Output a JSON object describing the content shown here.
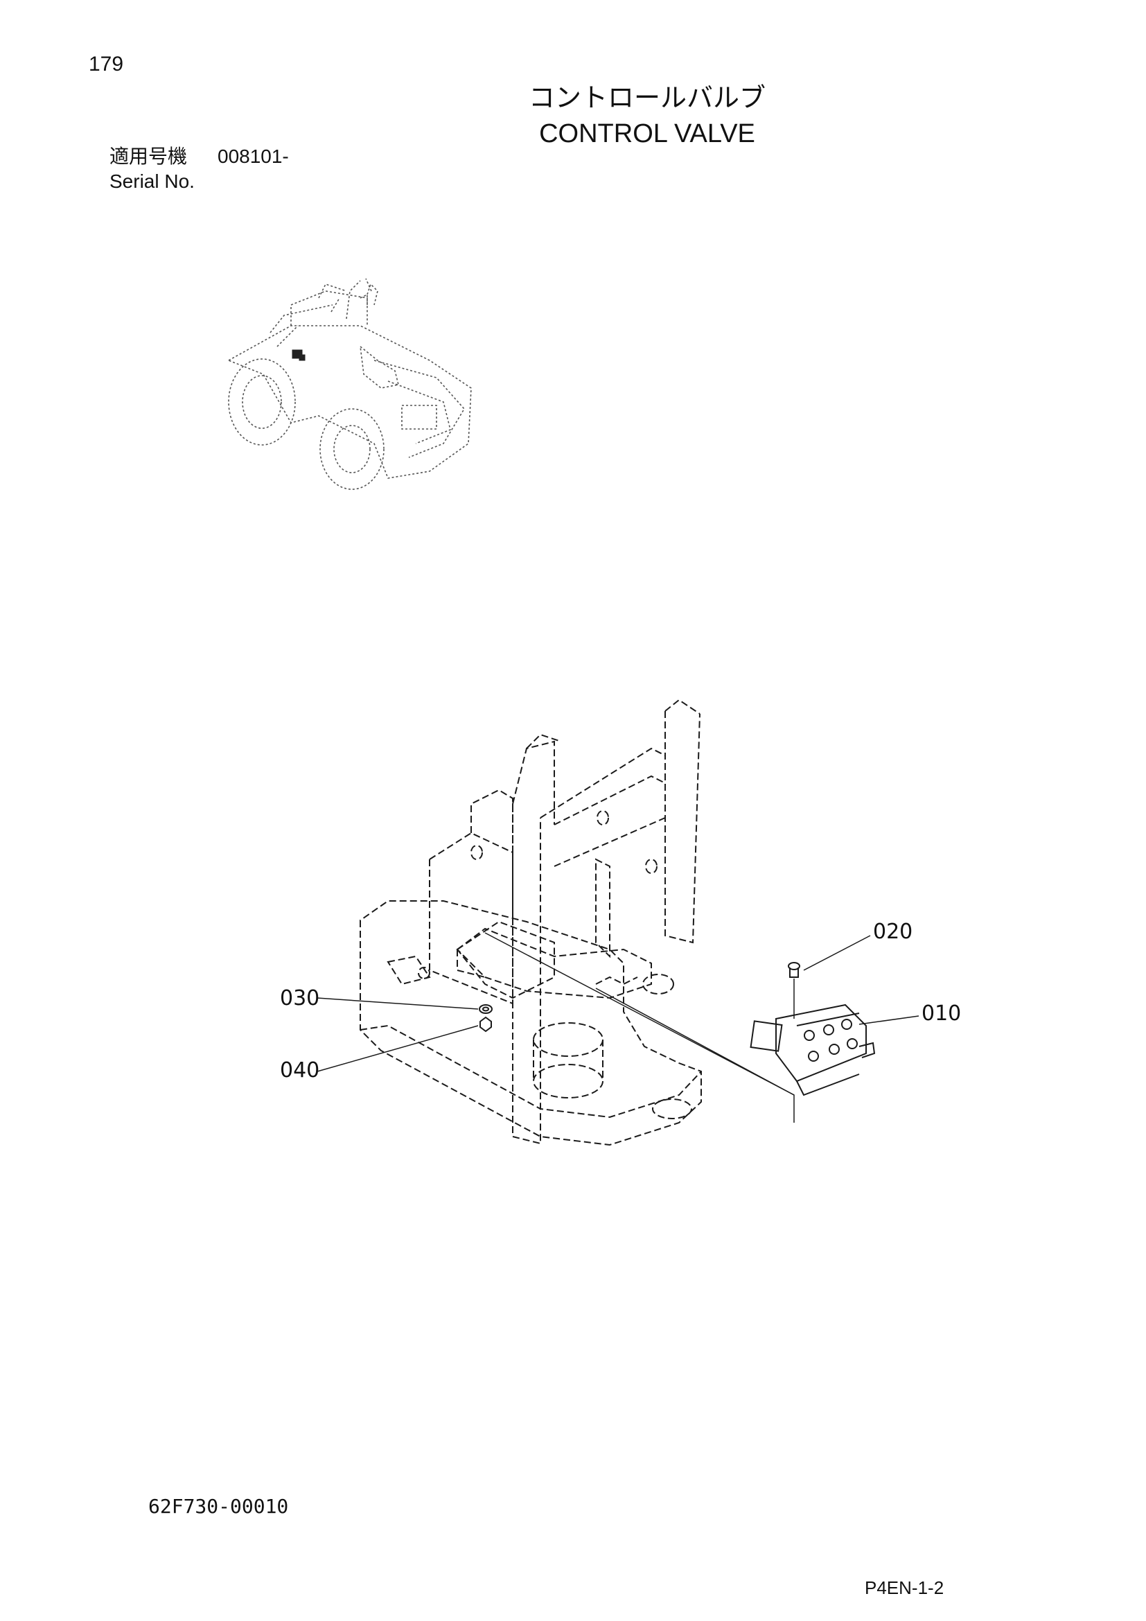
{
  "header": {
    "page_number": "179",
    "title_jp": "コントロールバルブ",
    "title_en": "CONTROL VALVE"
  },
  "serial": {
    "label_jp": "適用号機",
    "value": "008101-",
    "label_en": "Serial No."
  },
  "callouts": {
    "c020": "020",
    "c010": "010",
    "c030": "030",
    "c040": "040"
  },
  "footer": {
    "drawing_number": "62F730-00010",
    "page_code": "P4EN-1-2"
  }
}
